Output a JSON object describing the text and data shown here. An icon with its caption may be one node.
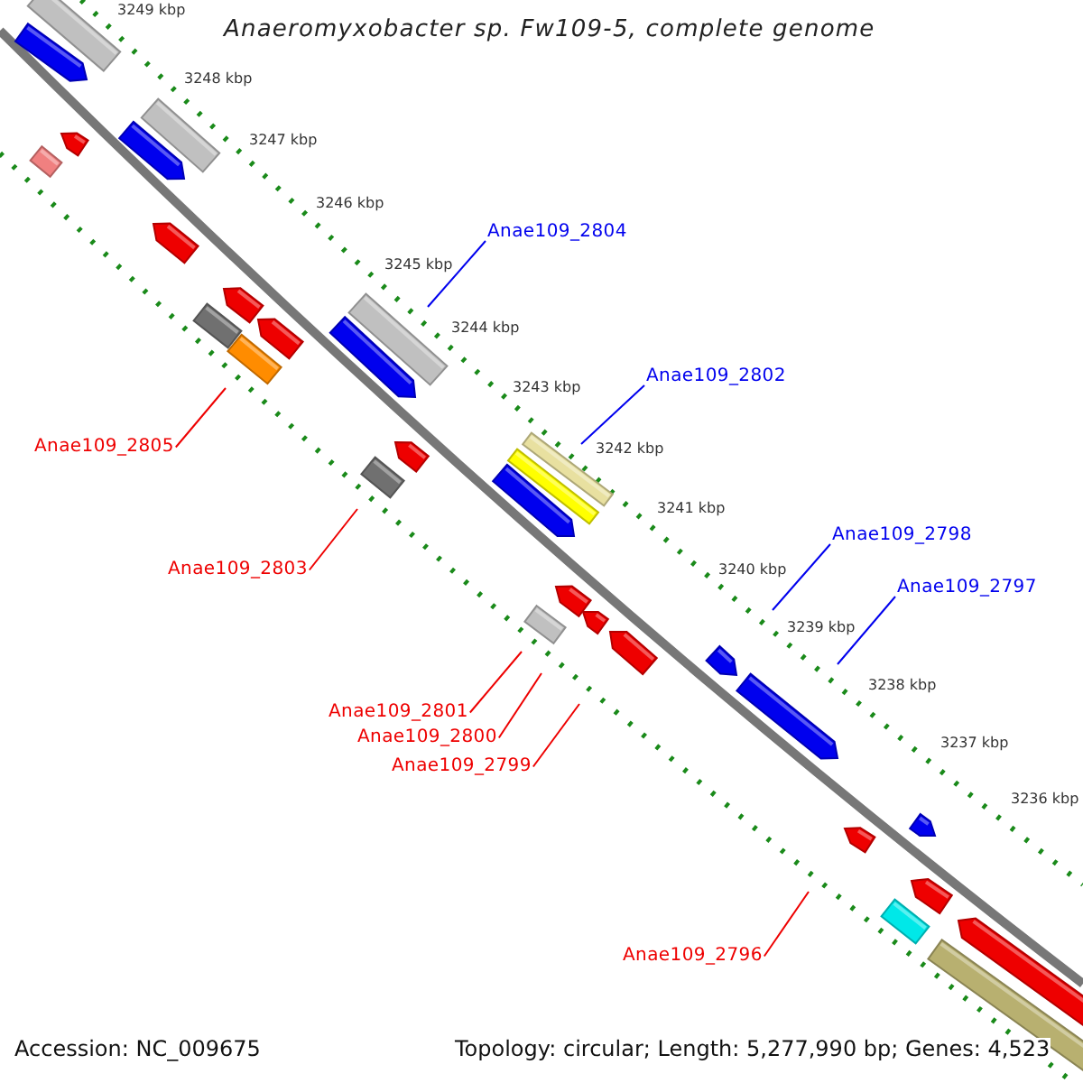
{
  "diagram": {
    "title": "Anaeromyxobacter sp. Fw109-5, complete genome",
    "nodes": [
      {
        "text": [
          "Anae109_2804"
        ]
      },
      {
        "text": [
          "Anae109_2802"
        ]
      },
      {
        "text": [
          "Anae109_2805"
        ]
      },
      {
        "text": [
          "Anae109_2798"
        ]
      },
      {
        "text": [
          "Anae109_2803"
        ]
      },
      {
        "text": [
          "Anae109_2797"
        ]
      },
      {
        "text": [
          "Anae109_2801"
        ]
      },
      {
        "text": [
          "Anae109_2800"
        ]
      },
      {
        "text": [
          "Anae109_2799"
        ]
      },
      {
        "text": [
          "Anae109_2796"
        ]
      }
    ],
    "edges": [
      {
        "from": 0,
        "to": null,
        "arrow": "none",
        "color": "#0000ee"
      },
      {
        "from": 1,
        "to": null,
        "arrow": "none",
        "color": "#0000ee"
      },
      {
        "from": 2,
        "to": null,
        "arrow": "none"
      },
      {
        "from": 3,
        "to": null,
        "arrow": "none",
        "color": "#0000ee"
      },
      {
        "from": 4,
        "to": null,
        "arrow": "none"
      },
      {
        "from": 5,
        "to": null,
        "arrow": "none",
        "color": "#0000ee"
      },
      {
        "from": 6,
        "to": null,
        "arrow": "none"
      },
      {
        "from": 7,
        "to": null,
        "arrow": "none"
      },
      {
        "from": 8,
        "to": null,
        "arrow": "none"
      },
      {
        "from": 9,
        "to": null,
        "arrow": "none"
      }
    ],
    "labels": [
      "3249 kbp",
      "3248 kbp",
      "3247 kbp",
      "3246 kbp",
      "3245 kbp",
      "3244 kbp",
      "3243 kbp",
      "3242 kbp",
      "3241 kbp",
      "3240 kbp",
      "3239 kbp",
      "3238 kbp",
      "3237 kbp",
      "3236 kbp",
      "Accession: NC_009675",
      "Topology: circular; Length: 5,277,990 bp; Genes: 4,523"
    ]
  }
}
